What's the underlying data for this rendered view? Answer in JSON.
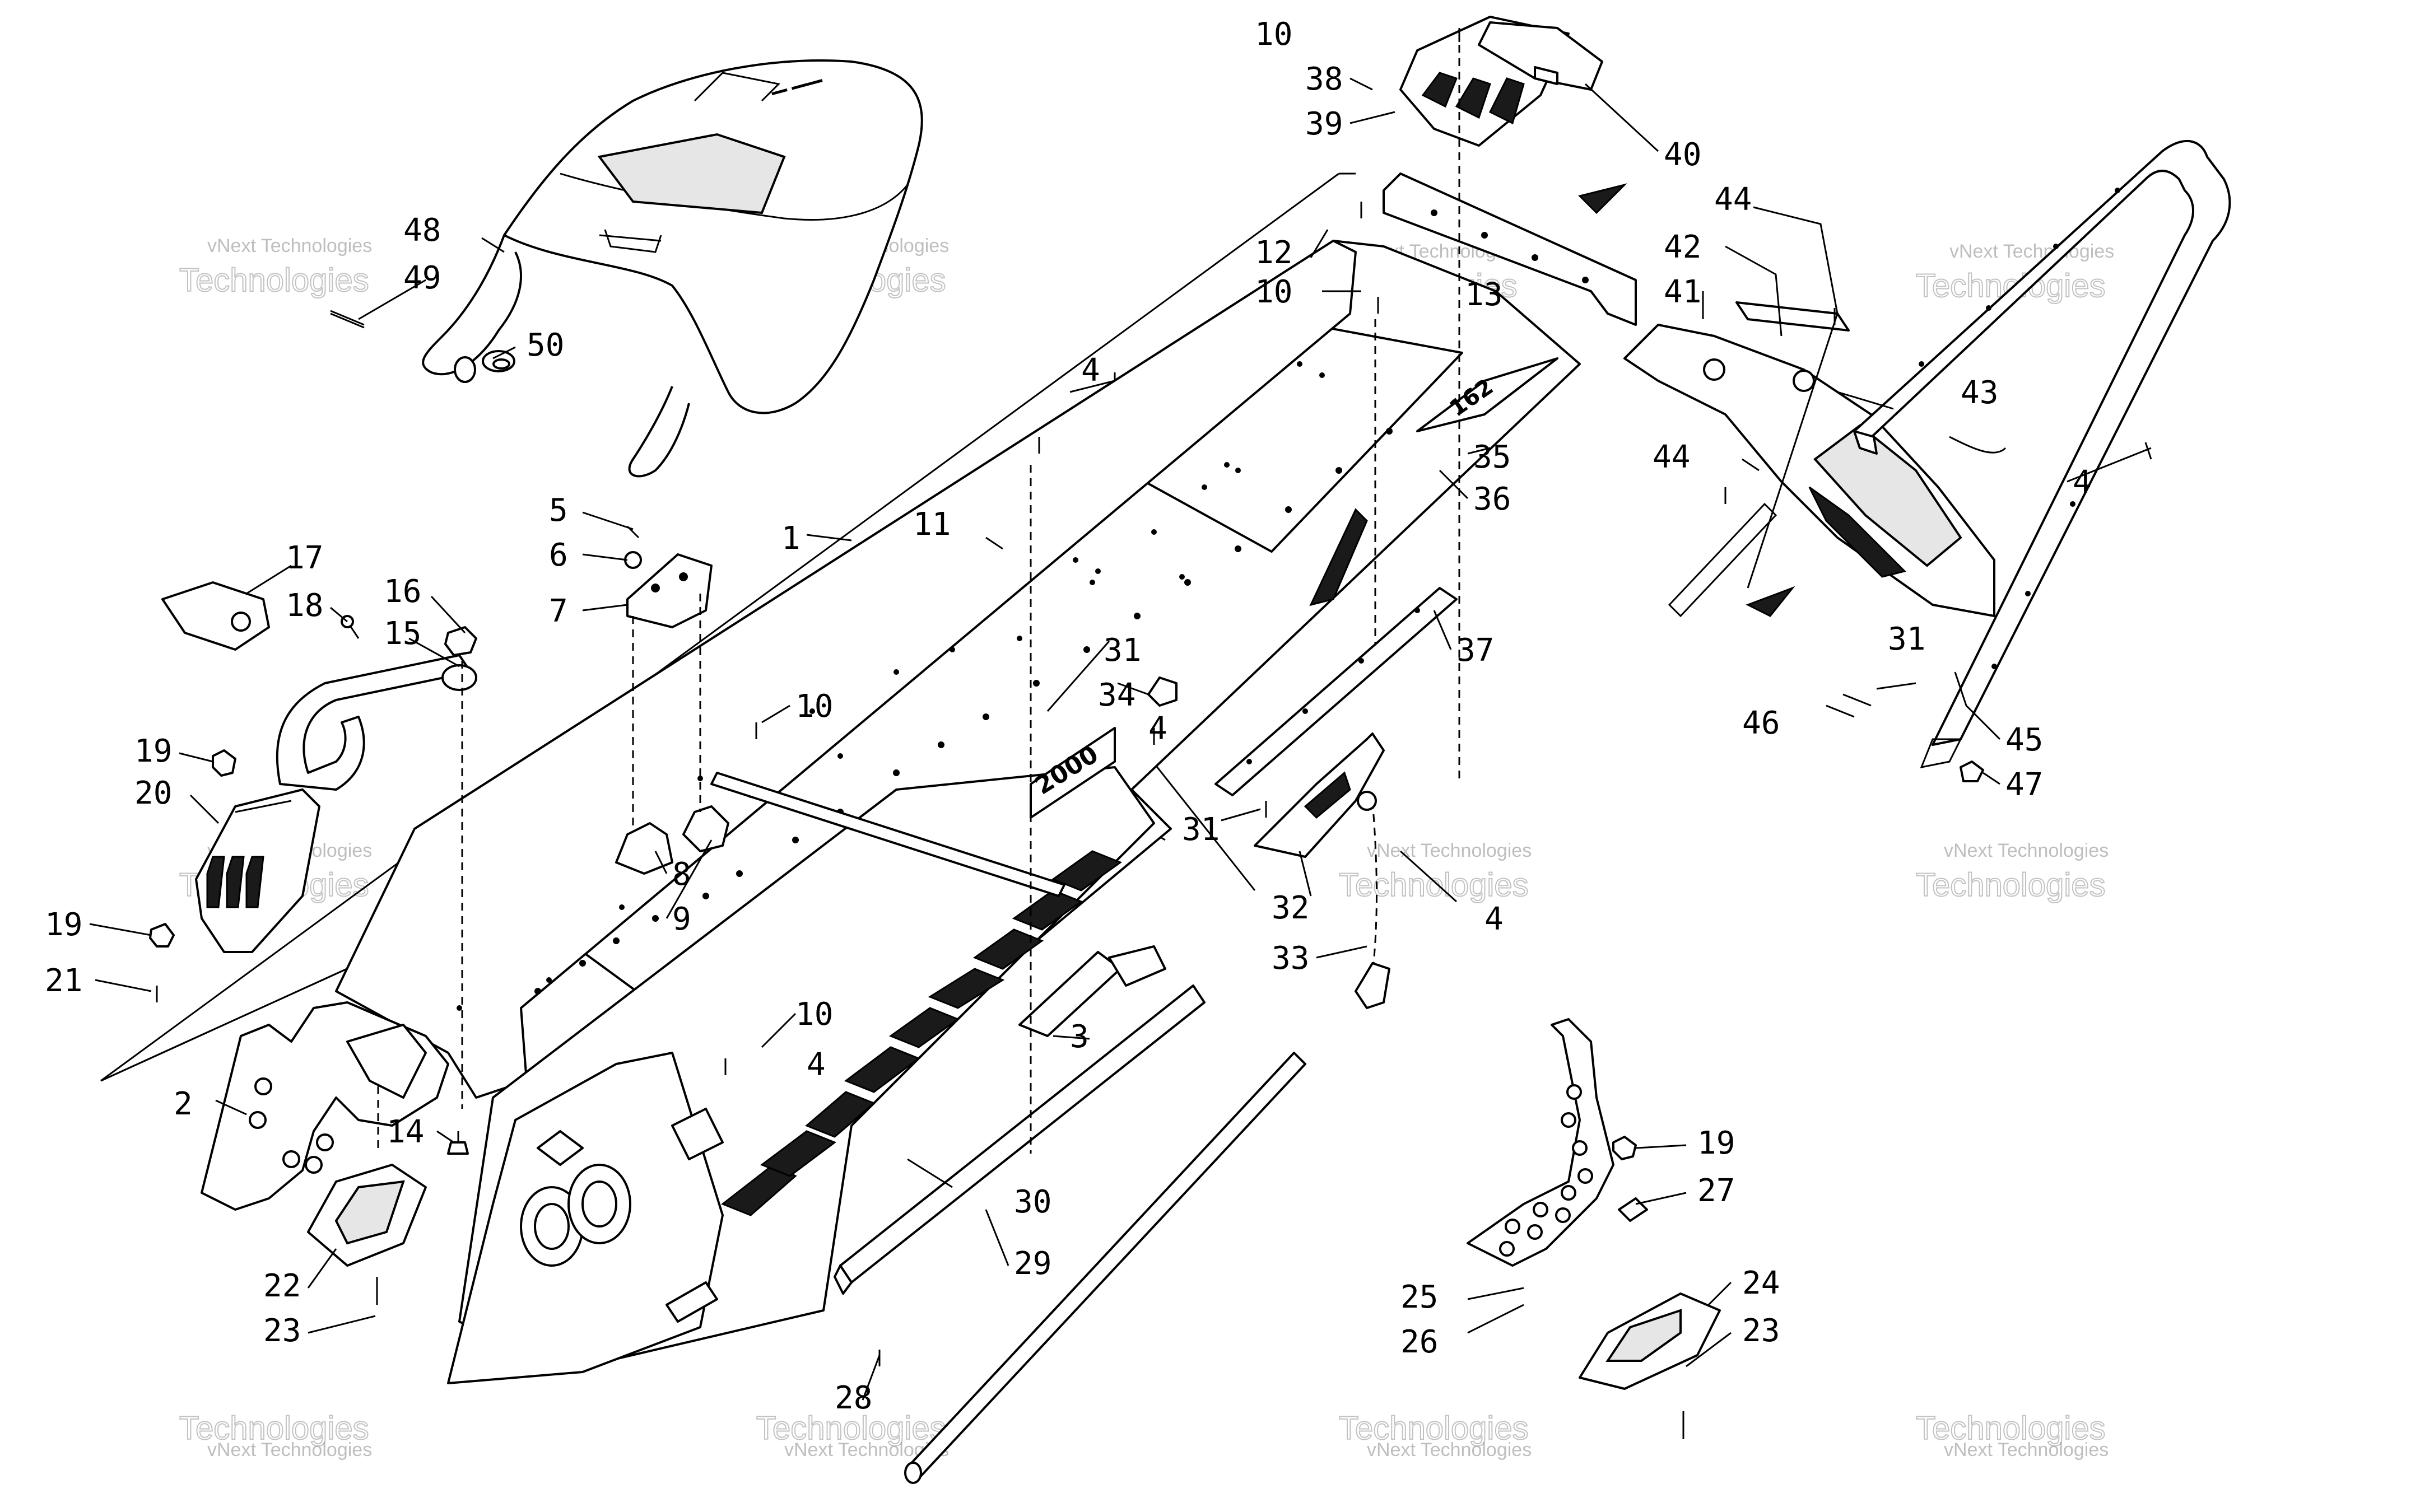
{
  "watermark": {
    "line1": "vNext Technologies",
    "line2": "Technologies",
    "line3": "vNext"
  },
  "callouts": {
    "c1": "1",
    "c2": "2",
    "c3": "3",
    "c4": "4",
    "c5": "5",
    "c6": "6",
    "c7": "7",
    "c8": "8",
    "c9": "9",
    "c10": "10",
    "c11": "11",
    "c12": "12",
    "c13": "13",
    "c14": "14",
    "c15": "15",
    "c16": "16",
    "c17": "17",
    "c18": "18",
    "c19": "19",
    "c20": "20",
    "c21": "21",
    "c22": "22",
    "c23": "23",
    "c24": "24",
    "c25": "25",
    "c26": "26",
    "c27": "27",
    "c28": "28",
    "c29": "29",
    "c30": "30",
    "c31": "31",
    "c32": "32",
    "c33": "33",
    "c34": "34",
    "c35": "35",
    "c36": "36",
    "c37": "37",
    "c38": "38",
    "c39": "39",
    "c40": "40",
    "c41": "41",
    "c42": "42",
    "c43": "43",
    "c44": "44",
    "c45": "45",
    "c46": "46",
    "c47": "47",
    "c48": "48",
    "c49": "49",
    "c50": "50"
  },
  "decals": {
    "tunnel_decal": "2000",
    "side_decal": "162"
  }
}
